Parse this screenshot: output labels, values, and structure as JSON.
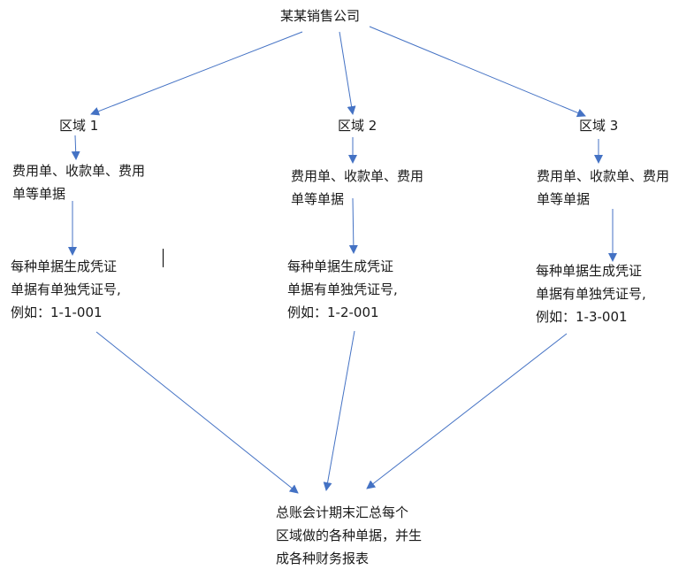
{
  "colors": {
    "arrow": "#4472c4",
    "text": "#1a1a1a",
    "background": "#ffffff"
  },
  "company": {
    "label": "某某销售公司"
  },
  "regions": [
    {
      "label": "区域 1",
      "docs": [
        "费用单、收款单、费用",
        "单等单据"
      ],
      "vouchers": [
        "每种单据生成凭证",
        "单据有单独凭证号,",
        "例如：1-1-001"
      ]
    },
    {
      "label": "区域 2",
      "docs": [
        "费用单、收款单、费用",
        "单等单据"
      ],
      "vouchers": [
        "每种单据生成凭证",
        "单据有单独凭证号,",
        "例如：1-2-001"
      ]
    },
    {
      "label": "区域 3",
      "docs": [
        "费用单、收款单、费用",
        "单等单据"
      ],
      "vouchers": [
        "每种单据生成凭证",
        "单据有单独凭证号,",
        "例如：1-3-001"
      ]
    }
  ],
  "summary": {
    "lines": [
      "总账会计期末汇总每个",
      "区域做的各种单据，并生",
      "成各种财务报表"
    ]
  }
}
